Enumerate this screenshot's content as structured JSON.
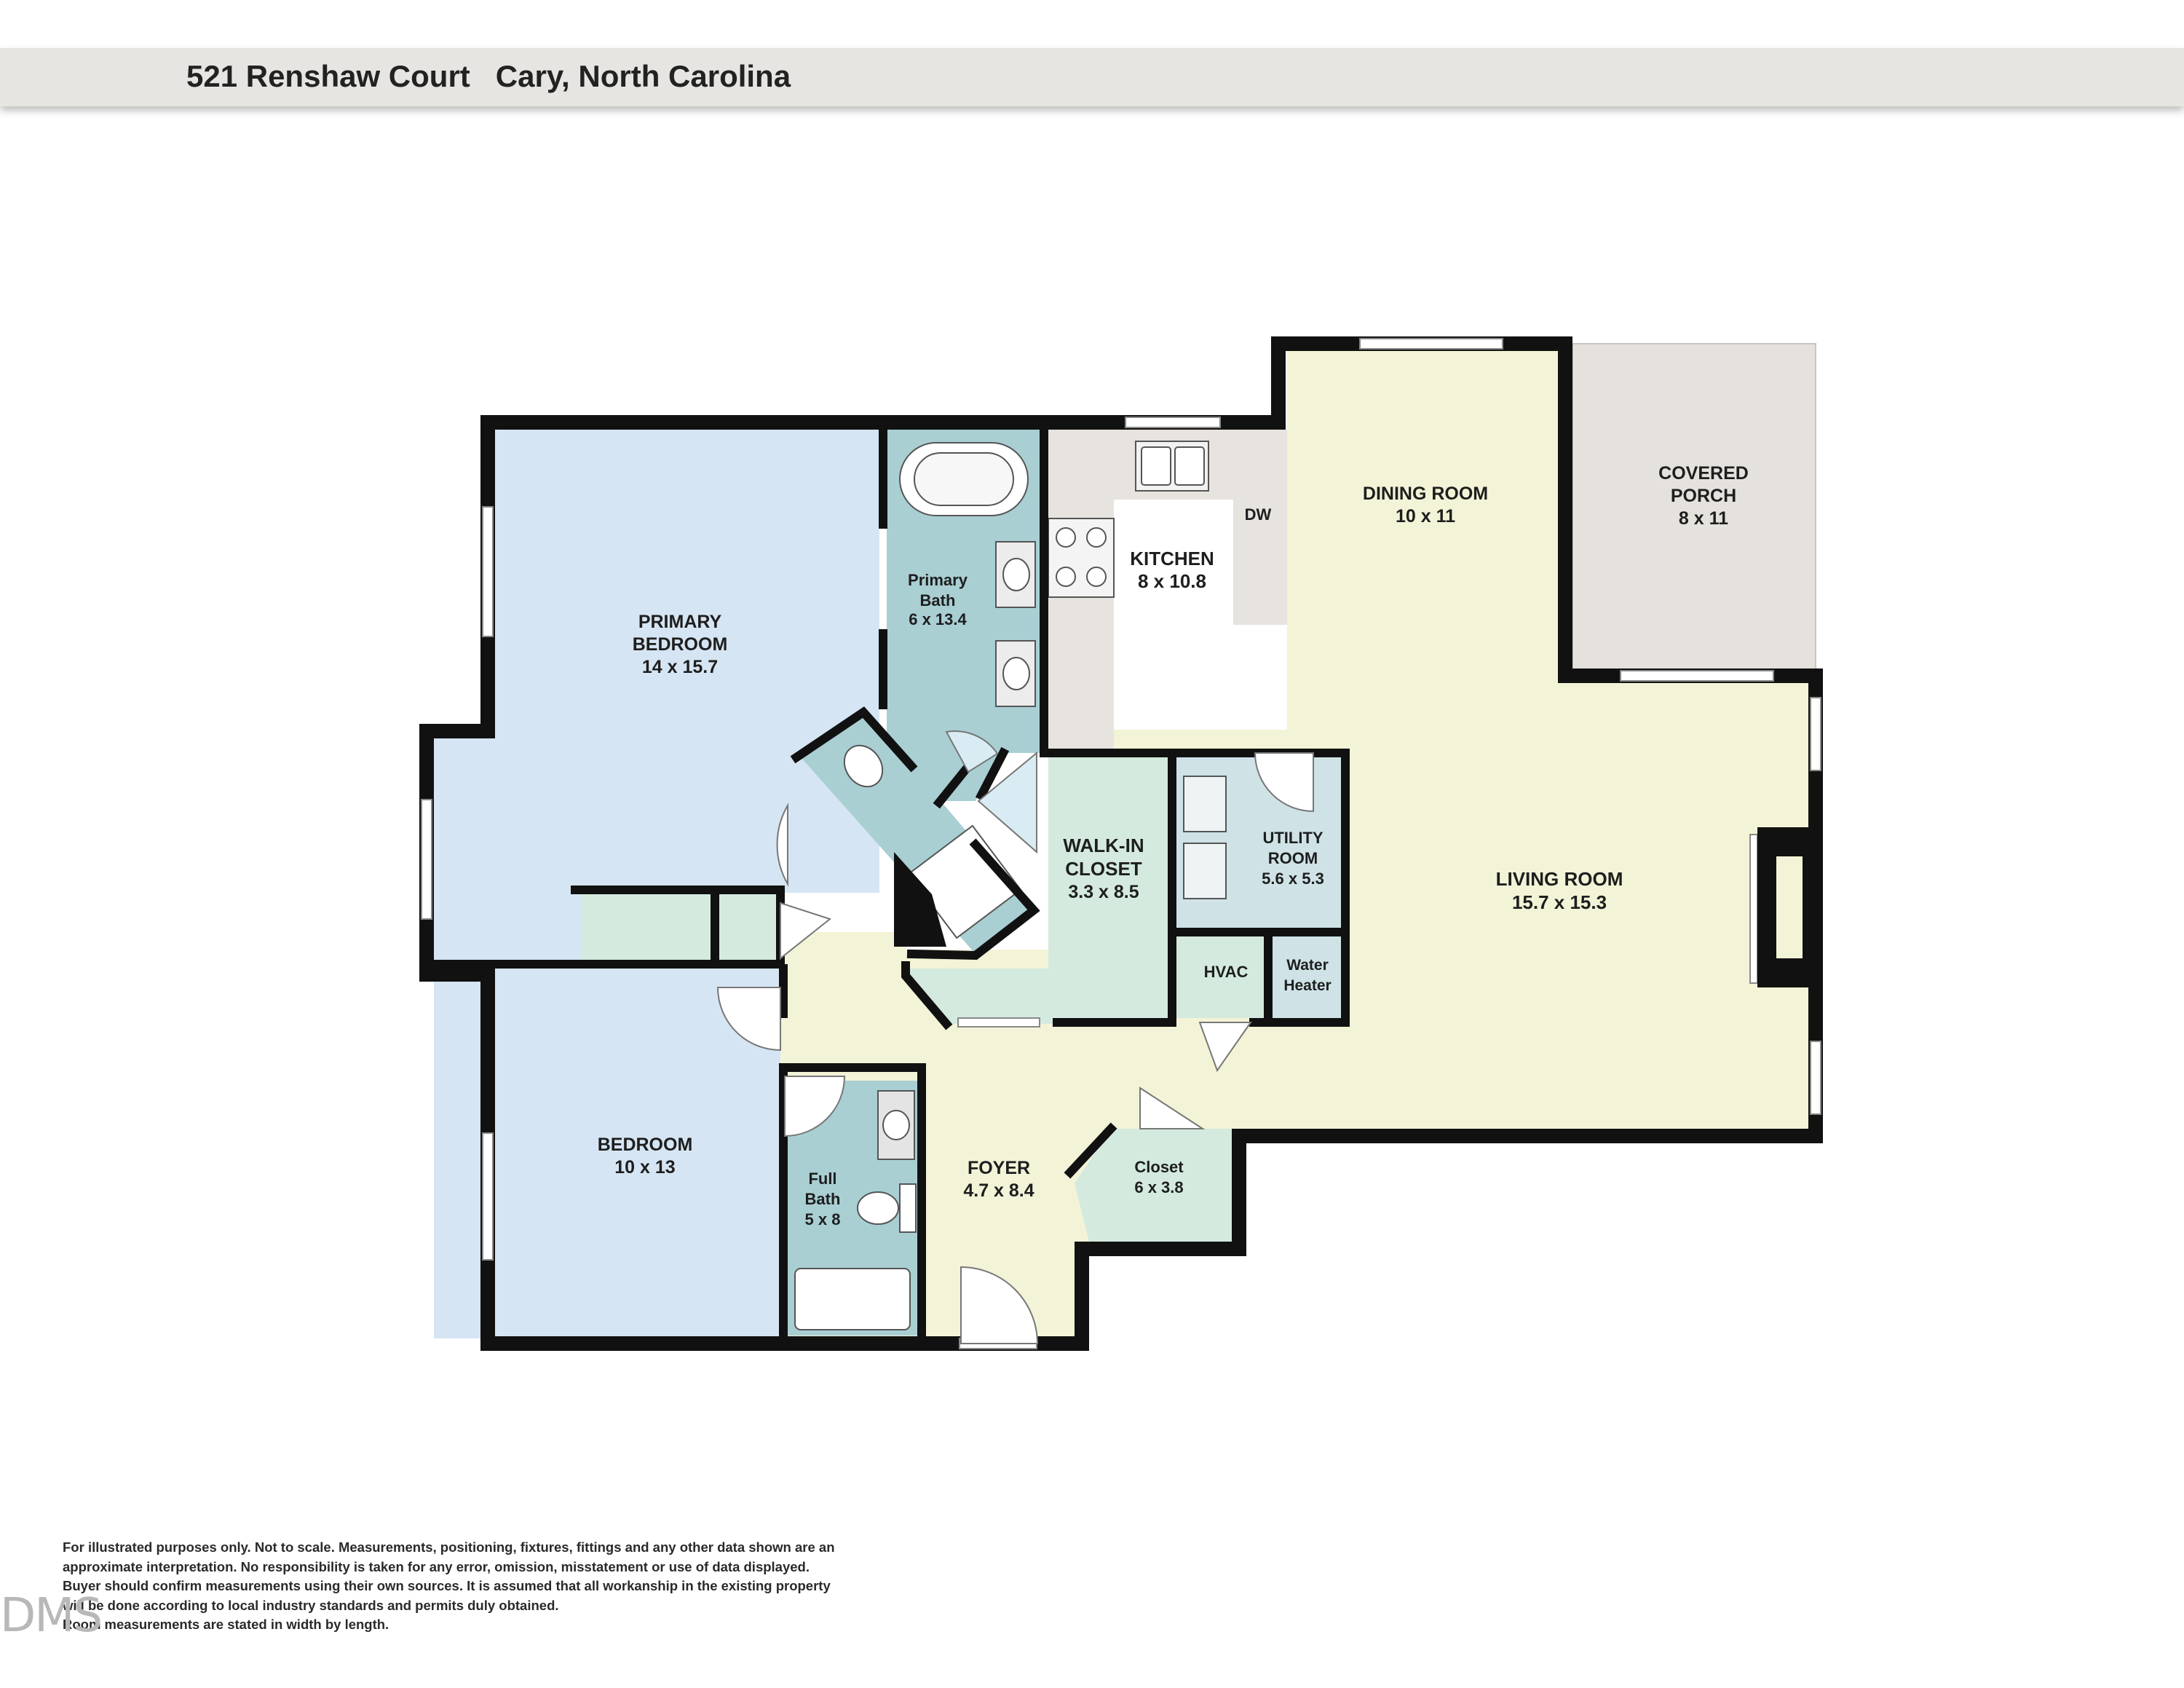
{
  "header": {
    "title": "521 Renshaw Court   Cary, North Carolina"
  },
  "rooms": {
    "primary_bedroom": {
      "name_l1": "PRIMARY",
      "name_l2": "BEDROOM",
      "dims": "14 x 15.7"
    },
    "primary_bath": {
      "name_l1": "Primary",
      "name_l2": "Bath",
      "dims": "6 x 13.4"
    },
    "kitchen": {
      "name": "KITCHEN",
      "dims": "8 x 10.8",
      "dw": "DW"
    },
    "dining_room": {
      "name": "DINING ROOM",
      "dims": "10 x 11"
    },
    "covered_porch": {
      "name_l1": "COVERED",
      "name_l2": "PORCH",
      "dims": "8 x 11"
    },
    "walk_in_closet": {
      "name_l1": "WALK-IN",
      "name_l2": "CLOSET",
      "dims": "3.3 x 8.5"
    },
    "utility_room": {
      "name_l1": "UTILITY",
      "name_l2": "ROOM",
      "dims": "5.6 x 5.3"
    },
    "living_room": {
      "name": "LIVING ROOM",
      "dims": "15.7 x 15.3"
    },
    "hvac": {
      "name": "HVAC"
    },
    "water_heater": {
      "name_l1": "Water",
      "name_l2": "Heater"
    },
    "bedroom": {
      "name": "BEDROOM",
      "dims": "10 x 13"
    },
    "full_bath": {
      "name_l1": "Full",
      "name_l2": "Bath",
      "dims": "5 x 8"
    },
    "foyer": {
      "name": "FOYER",
      "dims": "4.7 x 8.4"
    },
    "closet": {
      "name": "Closet",
      "dims": "6 x 3.8"
    }
  },
  "disclaimer": {
    "line1": "For illustrated purposes only. Not to scale. Measurements, positioning, fixtures, fittings and any other data shown are an",
    "line2": "approximate interpretation. No responsibility is taken for any error, omission, misstatement or use of data displayed.",
    "line3": "Buyer should confirm measurements using their own sources. It is assumed that all workanship in the existing property",
    "line4": "will be done according to local industry standards and permits duly obtained.",
    "line5": "Room measurements are stated in width by length."
  },
  "logo": {
    "text": "DMS"
  },
  "colors": {
    "bedroom_blue": "#d6e5f3",
    "bath_teal": "#a9cfd3",
    "closet_mint": "#d4eadf",
    "living_yellow": "#f3f3d7",
    "counter_gray": "#e7e4df",
    "porch_gray": "#e5e2dd",
    "wall": "#111111"
  }
}
